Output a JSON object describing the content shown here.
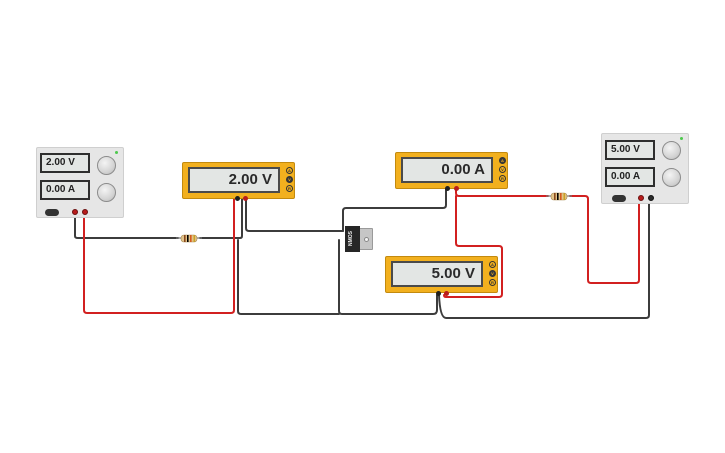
{
  "canvas": {
    "background": "#ffffff"
  },
  "colors": {
    "wire_red": "#d22020",
    "wire_black": "#3c3c3c",
    "meter_body": "#f2b01e",
    "psu_body": "#e6e6e6"
  },
  "power_supply_left": {
    "voltage": "2.00 V",
    "current": "0.00 A"
  },
  "power_supply_right": {
    "voltage": "5.00 V",
    "current": "0.00 A"
  },
  "multimeter_gate": {
    "reading": "2.00 V",
    "modes": [
      "A",
      "V",
      "R"
    ],
    "active_mode": "V"
  },
  "multimeter_current": {
    "reading": "0.00 A",
    "modes": [
      "A",
      "V",
      "R"
    ],
    "active_mode": "A"
  },
  "multimeter_drain": {
    "reading": "5.00 V",
    "modes": [
      "A",
      "V",
      "R"
    ],
    "active_mode": "V"
  },
  "mosfet": {
    "label": "NMOS",
    "icon": "mosfet-icon"
  },
  "resistors": {
    "icon": "resistor-icon",
    "bands": [
      "#8b4a1f",
      "#000000",
      "#d45a1e",
      "#c9a227"
    ]
  }
}
